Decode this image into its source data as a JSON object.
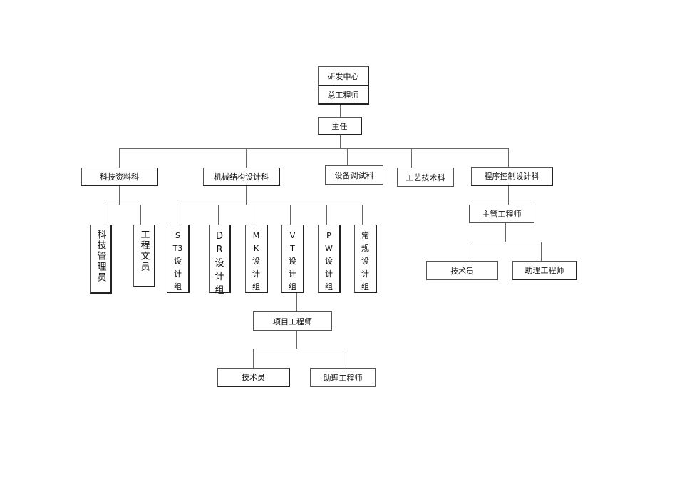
{
  "org": {
    "top": {
      "name": "研发中心",
      "head": "总工程师"
    },
    "director": "主任",
    "departments": [
      "科技资料科",
      "机械结构设计科",
      "设备调试科",
      "工艺技术科",
      "程序控制设计科"
    ],
    "keji": [
      "科技管理员",
      "工程文员"
    ],
    "groups": [
      {
        "lines": [
          "S",
          "T3",
          "设",
          "计",
          "组"
        ]
      },
      {
        "lines": [
          "D",
          "R",
          "设",
          "计",
          "组"
        ]
      },
      {
        "lines": [
          "M",
          "K",
          "设",
          "计",
          "组"
        ]
      },
      {
        "lines": [
          "V",
          "T",
          "设",
          "计",
          "组"
        ]
      },
      {
        "lines": [
          "P",
          "W",
          "设",
          "计",
          "组"
        ]
      },
      {
        "lines": [
          "常",
          "规",
          "设",
          "计",
          "组"
        ]
      }
    ],
    "project_engineer": "项目工程师",
    "project_staff": [
      "技术员",
      "助理工程师"
    ],
    "chief_engineer": "主管工程师",
    "chief_staff": [
      "技术员",
      "助理工程师"
    ]
  }
}
